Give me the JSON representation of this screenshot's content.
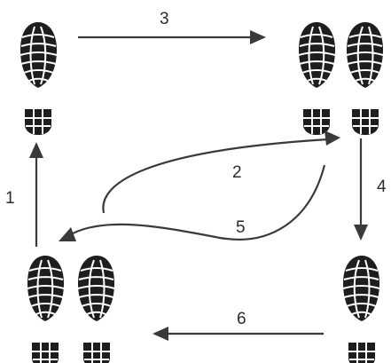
{
  "steps": [
    {
      "number": "1",
      "from": "rear-left",
      "to": "start-left"
    },
    {
      "number": "2",
      "from": "rear-left",
      "to": "front-right"
    },
    {
      "number": "3",
      "from": "start-left",
      "to": "front-right"
    },
    {
      "number": "4",
      "from": "front-right",
      "to": "rear-right"
    },
    {
      "number": "5",
      "from": "front-right",
      "to": "rear-left"
    },
    {
      "number": "6",
      "from": "rear-right",
      "to": "rear-left"
    }
  ],
  "footprint_positions": [
    "start-left",
    "front-right",
    "rear-left",
    "rear-right"
  ],
  "colors": {
    "ink": "#1e1e1e",
    "arrow": "#3a3a3a",
    "background": "#ffffff"
  }
}
